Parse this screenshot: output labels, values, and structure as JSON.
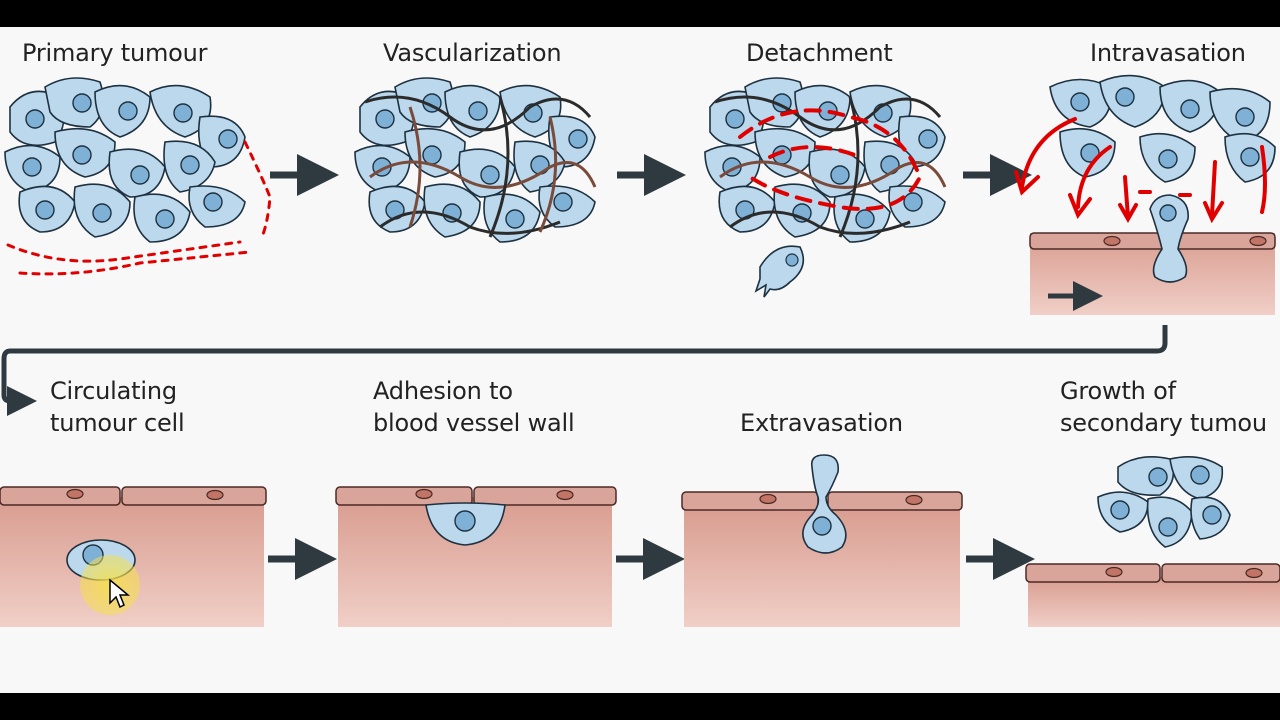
{
  "diagram": {
    "stages": [
      {
        "label": "Primary tumour"
      },
      {
        "label": "Vascularization"
      },
      {
        "label": "Detachment"
      },
      {
        "label": "Intravasation"
      },
      {
        "label_line1": "Circulating",
        "label_line2": "tumour cell"
      },
      {
        "label_line1": "Adhesion to",
        "label_line2": "blood vessel wall"
      },
      {
        "label": "Extravasation"
      },
      {
        "label_line1": "Growth of",
        "label_line2": "secondary tumou"
      }
    ]
  },
  "colors": {
    "cell_fill": "#bcd8ec",
    "cell_stroke": "#1e3140",
    "nucleus_fill": "#7fb1d6",
    "vessel_top": "#d9a59a",
    "vessel_body": "#eac0b6",
    "arrow": "#2f3a40",
    "annotation": "#e00000",
    "cursor_highlight": "#f6e14a"
  },
  "overlay": {
    "cursor": "pointer-icon",
    "highlight": "yellow-circle"
  }
}
